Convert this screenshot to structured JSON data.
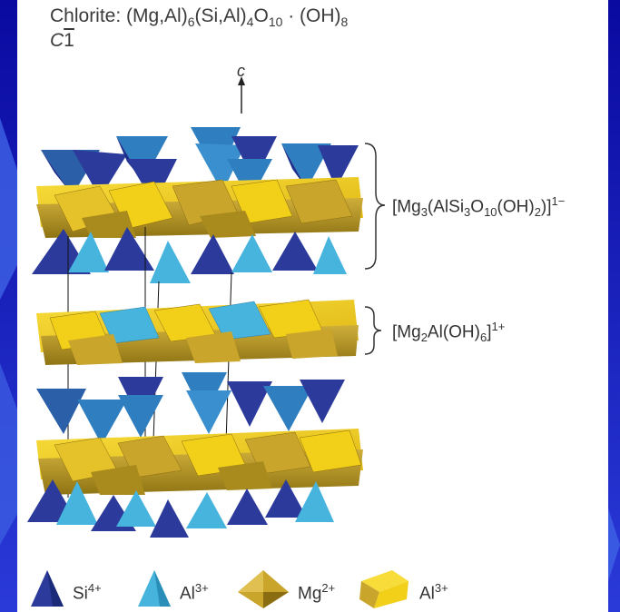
{
  "title": {
    "prefix": "Chlorite: (Mg,Al)",
    "sub1": "6",
    "mid1": "(Si,Al)",
    "sub2": "4",
    "mid2": "O",
    "sub3": "10",
    "mid3": " · (OH)",
    "sub4": "8"
  },
  "space_group": {
    "letter": "C",
    "numeral": "1"
  },
  "axis": {
    "label": "c"
  },
  "formulas": {
    "talc_layer": {
      "a": "[Mg",
      "s1": "3",
      "b": "(AlSi",
      "s2": "3",
      "c": "O",
      "s3": "10",
      "d": "(OH)",
      "s4": "2",
      "e": ")]",
      "charge": "1−"
    },
    "brucite_layer": {
      "a": "[Mg",
      "s1": "2",
      "b": "Al(OH)",
      "s2": "6",
      "c": "]",
      "charge": "1+"
    }
  },
  "legend": [
    {
      "ion": "Si",
      "charge": "4+",
      "shape": "tetrahedron",
      "color": "#2b3a9b"
    },
    {
      "ion": "Al",
      "charge": "3+",
      "shape": "tetrahedron",
      "color": "#47b4de"
    },
    {
      "ion": "Mg",
      "charge": "2+",
      "shape": "octahedron",
      "color": "#c9a52c"
    },
    {
      "ion": "Al",
      "charge": "3+",
      "shape": "octahedron",
      "color": "#f2cf18"
    }
  ],
  "colors": {
    "background": "#1d1dc8",
    "si_tetra": "#2b3a9b",
    "al_tetra": "#47b4de",
    "mg_octa": "#c9a52c",
    "al_octa": "#f2cf18"
  }
}
